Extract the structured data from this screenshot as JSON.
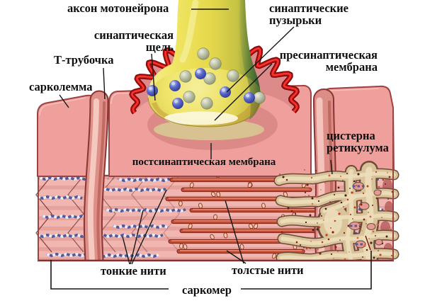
{
  "figure": {
    "labels": {
      "axon": "аксон мотонейрона",
      "vesicles": "синаптические\nпузырьки",
      "cleft": "синаптическая\nщель",
      "presynaptic": "пресинаптическая\nмембрана",
      "t_tubule": "Т-трубочка",
      "sarcolemma": "сарколемма",
      "cisterna": "цистерна\nретикулума",
      "postsynaptic": "постсинаптическая мембрана",
      "thin_filaments": "тонкие нити",
      "thick_filaments": "толстые нити",
      "sarcomere": "саркомер"
    },
    "colors": {
      "background": "#ffffff",
      "muscle_surface_pink": "#efa09c",
      "muscle_outline": "#9c4242",
      "interior_pink": "#e6a29c",
      "postsynaptic_membrane_red": "#e01414",
      "axon_yellow": "#eee35e",
      "axon_green_edge": "#3a6030",
      "vesicle_blue": "#5b68c8",
      "vesicle_gray": "#b8bea2",
      "synaptic_cleft_tan": "#d8c592",
      "reticulum_beige": "#d9c39a",
      "thick_filament_red": "#c44c34",
      "thin_filament_blue": "#4e5a9e",
      "label_text": "#0e0e0e"
    }
  }
}
